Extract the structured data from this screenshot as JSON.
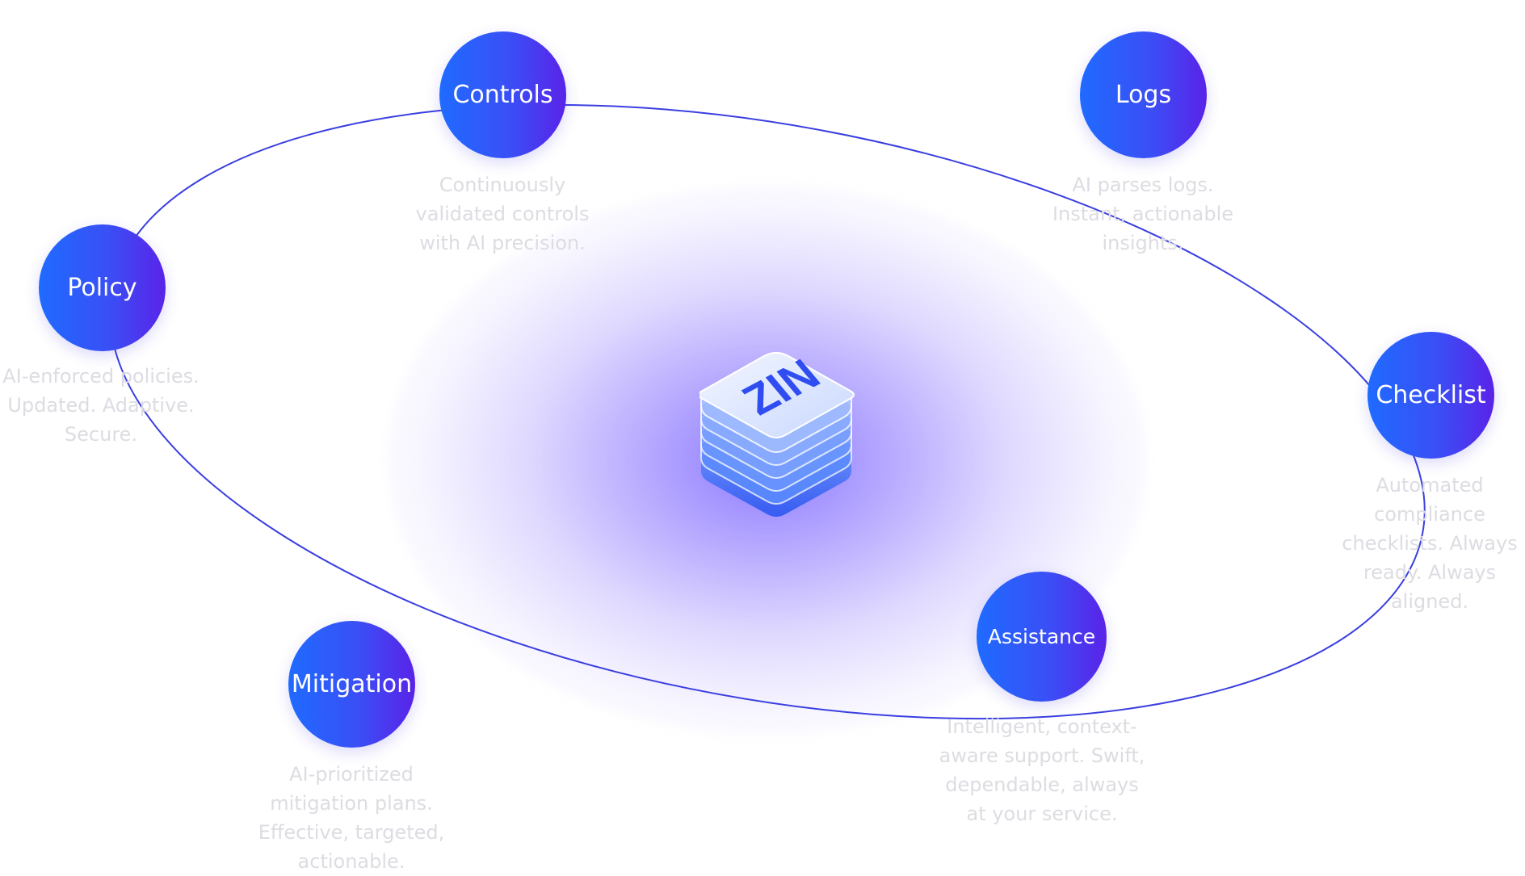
{
  "logo": {
    "text": "ZIN"
  },
  "nodes": [
    {
      "id": "policy",
      "label": "Policy",
      "description": "AI-enforced policies.\nUpdated. Adaptive.\nSecure."
    },
    {
      "id": "controls",
      "label": "Controls",
      "description": "Continuously\nvalidated controls\nwith AI precision."
    },
    {
      "id": "logs",
      "label": "Logs",
      "description": "AI parses logs.\nInstant, actionable\ninsights."
    },
    {
      "id": "checklist",
      "label": "Checklist",
      "description": "Automated\ncompliance\nchecklists. Always\nready. Always\naligned."
    },
    {
      "id": "assistance",
      "label": "Assistance",
      "description": "Intelligent, context-\naware support. Swift,\ndependable, always\nat your service."
    },
    {
      "id": "mitigation",
      "label": "Mitigation",
      "description": "AI-prioritized\nmitigation plans.\nEffective, targeted,\nactionable."
    }
  ],
  "colors": {
    "node_gradient_start": "#1f6bff",
    "node_gradient_end": "#5a23e8",
    "orbit_line": "#3a3fe0",
    "description_text": "#dcdce2",
    "glow": "#6c52ff"
  }
}
